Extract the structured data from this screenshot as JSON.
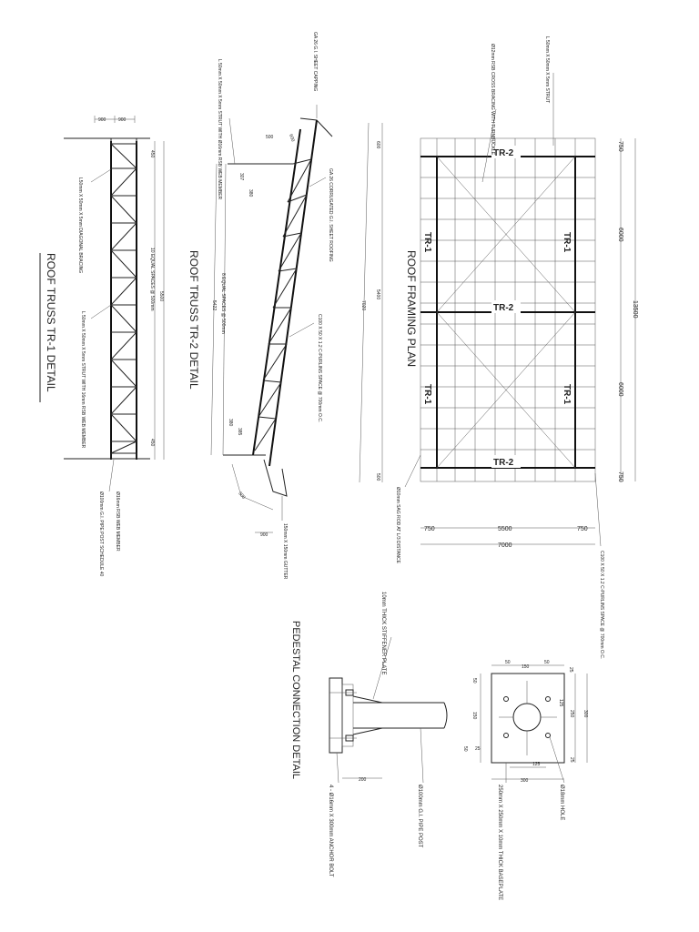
{
  "tr1": {
    "title": "ROOF TRUSS TR-1 DETAIL",
    "dims": {
      "top_a": "900",
      "top_b": "900",
      "d450a": "450",
      "d450b": "450",
      "span": "5500",
      "spaces": "10 EQUAL SPACES @ 500mm"
    },
    "notes": {
      "diag": "L50mm X 50mm X 5mm DIAGONAL BRACING",
      "strut": "L 50mm X 50mm X 5mm STRUT WITH 16mm RSB WEB MEMBER",
      "web": "Ø16mm RSB WEB MEMBER",
      "post": "Ø100mm G.I. PIPE POST SCHEDULE 40"
    }
  },
  "tr2": {
    "title": "ROOF TRUSS TR-2 DETAIL",
    "dims": {
      "d500": "500",
      "d600": "600",
      "d307": "307",
      "d380": "380",
      "d380b": "380",
      "d385": "385",
      "span": "7020",
      "d5400": "5400",
      "d5422": "5422",
      "d600b": "600",
      "d500b": "500",
      "d900": "900",
      "spaces": "8 EQUAL SPACES @ 500mm"
    },
    "notes": {
      "capping": "GA 26 G.I. SHEET CAPPING",
      "strut": "L 50mm X 50mm X 5mm STRUT WITH Ø16mm RSB WEB MEMBER",
      "roofing": "GA 26 CORRUGATED G.I. SHEET ROOFING",
      "purlins": "C100 X 50 X 1.2 C-PURLINS SPACE @ 700mm O.C.",
      "gutter": "150mm X 150mm GUTTER"
    }
  },
  "plan": {
    "title": "ROOF FRAMING PLAN",
    "labels": {
      "tr2_top": "TR-2",
      "tr2_mid": "TR-2",
      "tr2_bot": "TR-2",
      "tr1_lt": "TR-1",
      "tr1_rt": "TR-1",
      "tr1_lb": "TR-1",
      "tr1_rb": "TR-1"
    },
    "dims": {
      "d750a": "750",
      "d6000a": "6000",
      "d6000b": "6000",
      "d750b": "750",
      "d13500": "13500",
      "w750a": "750",
      "w5500": "5500",
      "w750b": "750",
      "w7000": "7000"
    },
    "notes": {
      "angle": "L 50mm X 50mm X 5mm STRUT",
      "bracing": "Ø12mm RSB CROSS BRACING WITH TURNBUCKLE",
      "sagrod": "Ø10mm SAG ROD AT L/3 DISTANCE",
      "purlins": "C100 X 50 X 1.2 C-PURLINS SPACE @ 700mm O.C."
    }
  },
  "pedestal": {
    "title": "PEDESTAL CONNECTION DETAIL",
    "dims": {
      "d200": "200"
    },
    "notes": {
      "stiffener": "10mm THICK STIFFENER PLATE",
      "pipe": "Ø100mm G.I. PIPE POST",
      "anchor": "4 - Ø16mm X 300mm ANCHOR BOLT"
    }
  },
  "baseplate": {
    "dims": {
      "d50a": "50",
      "d150a": "150",
      "d50b": "50",
      "d25a": "25",
      "d50c": "50",
      "d150b": "150",
      "d50d": "50",
      "d125": "125",
      "d250": "250",
      "d300": "300",
      "d25b": "25",
      "d50e": "50",
      "d125b": "125",
      "d300b": "300",
      "d25c": "25"
    },
    "notes": {
      "hole": "Ø18mm HOLE",
      "plate": "250mm X 250mm X 10mm THICK BASEPLATE"
    }
  }
}
